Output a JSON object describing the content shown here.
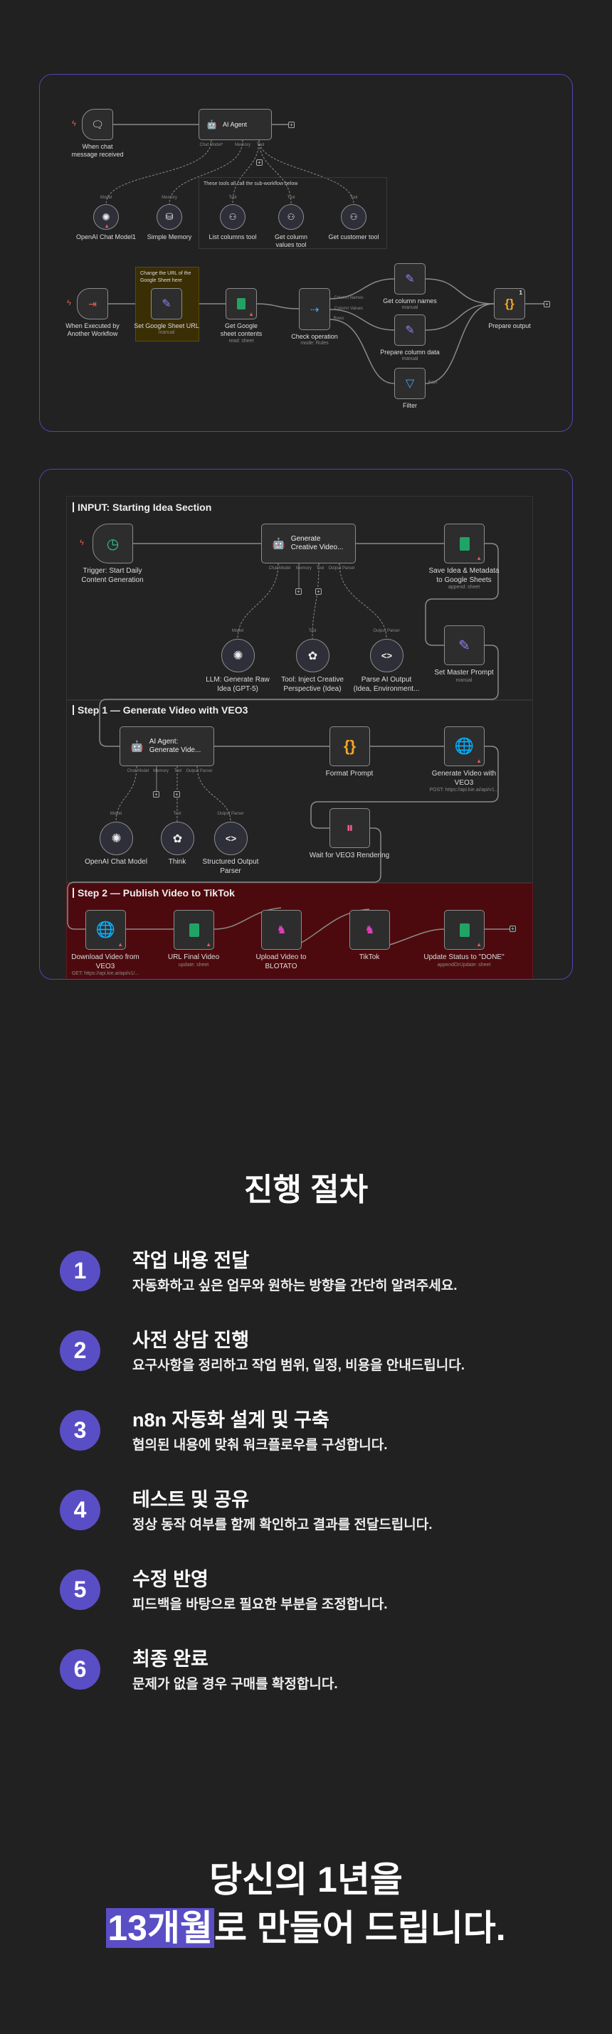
{
  "workflow1": {
    "chat_trigger": "When chat message received",
    "ai_agent": "AI Agent",
    "ports": {
      "chat_model": "Chat Model*",
      "memory": "Memory",
      "tool": "Tool",
      "model": "Model"
    },
    "tools_note": "These tools all call the sub-workflow below",
    "subnodes": [
      "OpenAI Chat Model1",
      "Simple Memory",
      "List columns tool",
      "Get column values tool",
      "Get customer tool"
    ],
    "sticky_note": "Change the URL of the Google Sheet here",
    "exec_trigger": "When Executed by Another Workflow",
    "set_sheet": {
      "label": "Set Google Sheet URL",
      "sub": "manual"
    },
    "get_sheet": {
      "label": "Get Google sheet contents",
      "sub": "read: sheet"
    },
    "check_op": {
      "label": "Check operation",
      "sub": "mode: Rules",
      "outputs": [
        "Column Names",
        "Column Values",
        "Rows"
      ]
    },
    "get_col_names": {
      "label": "Get column names",
      "sub": "manual"
    },
    "prep_col_data": {
      "label": "Prepare column data",
      "sub": "manual"
    },
    "filter": {
      "label": "Filter",
      "output": "Kept"
    },
    "prep_output": {
      "label": "Prepare output",
      "badge": "1"
    }
  },
  "workflow2": {
    "groups": [
      "INPUT: Starting Idea Section",
      "Step 1 — Generate Video with VEO3",
      "Step 2 — Publish Video to TikTok"
    ],
    "ports": {
      "chat_model": "Chat Model",
      "memory": "Memory",
      "tool": "Tool",
      "output_parser": "Output Parser",
      "model": "Model"
    },
    "trigger": "Trigger: Start Daily Content Generation",
    "gen_creative": "Generate Creative Video...",
    "save_idea": {
      "label": "Save Idea & Metadata to Google Sheets",
      "sub": "append: sheet"
    },
    "master_prompt": {
      "label": "Set Master Prompt",
      "sub": "manual"
    },
    "input_subs": [
      "LLM: Generate Raw Idea (GPT-5)",
      "Tool: Inject Creative Perspective (Idea)",
      "Parse AI Output (Idea, Environment..."
    ],
    "agent_veo": "AI Agent: Generate Vide...",
    "format_prompt": "Format Prompt",
    "gen_veo": {
      "label": "Generate Video with VEO3",
      "sub": "POST: https://api.kie.ai/api/v1..."
    },
    "wait": "Wait for VEO3 Rendering",
    "step1_subs": [
      "OpenAI Chat Model",
      "Think",
      "Structured Output Parser"
    ],
    "download": {
      "label": "Download Video from VEO3",
      "sub": "GET: https://api.kie.ai/api/v1/..."
    },
    "url_final": {
      "label": "URL Final Video",
      "sub": "update: sheet"
    },
    "upload": {
      "label": "Upload Video to BLOTATO"
    },
    "tiktok": {
      "label": "TikTok"
    },
    "update_status": {
      "label": "Update Status to \"DONE\"",
      "sub": "appendOrUpdate: sheet"
    }
  },
  "process": {
    "title": "진행 절차",
    "steps": [
      {
        "num": "1",
        "title": "작업 내용 전달",
        "desc": "자동화하고 싶은 업무와 원하는 방향을 간단히 알려주세요."
      },
      {
        "num": "2",
        "title": "사전 상담 진행",
        "desc": "요구사항을 정리하고 작업 범위, 일정, 비용을 안내드립니다."
      },
      {
        "num": "3",
        "title": "n8n 자동화 설계 및 구축",
        "desc": "협의된 내용에 맞춰 워크플로우를 구성합니다."
      },
      {
        "num": "4",
        "title": "테스트 및 공유",
        "desc": "정상 동작 여부를 함께 확인하고 결과를 전달드립니다."
      },
      {
        "num": "5",
        "title": "수정 반영",
        "desc": "피드백을 바탕으로 필요한 부분을 조정합니다."
      },
      {
        "num": "6",
        "title": "최종 완료",
        "desc": "문제가 없을 경우 구매를 확정합니다."
      }
    ]
  },
  "headline": {
    "line1": "당신의 1년을",
    "highlight": "13개월",
    "line2_rest": "로 만들어 드립니다."
  },
  "colors": {
    "accent": "#5a4ec6",
    "panel_border": "#4f46b0",
    "step2_group": "#4d0a0e",
    "bg": "#212121"
  }
}
